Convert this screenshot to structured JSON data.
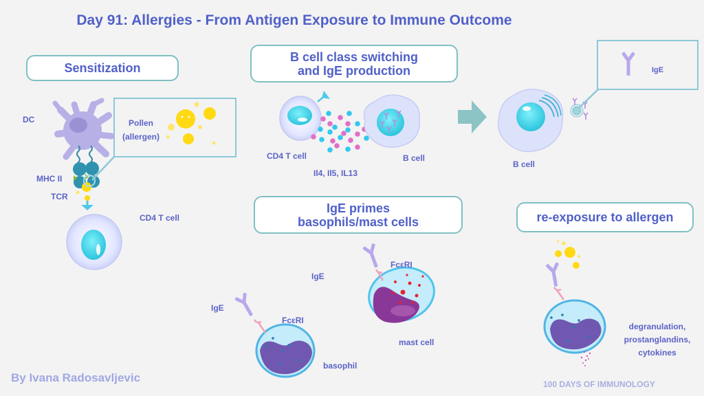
{
  "title": "Day 91: Allergies - From Antigen Exposure to Immune Outcome",
  "sections": {
    "sensitization": "Sensitization",
    "class_switching": {
      "line1": "B cell class switching",
      "line2": "and IgE production"
    },
    "priming": {
      "line1": "IgE primes",
      "line2": "basophils/mast cells"
    },
    "reexposure": "re-exposure to allergen"
  },
  "labels": {
    "dc": "DC",
    "pollen_line1": "Pollen",
    "pollen_line2": "(allergen)",
    "mhc": "MHC II",
    "tcr": "TCR",
    "cd4_left": "CD4 T cell",
    "cd4_mid": "CD4 T cell",
    "cytokines_il": "Il4, Il5, IL13",
    "b_cell_mid": "B cell",
    "b_cell_right": "B cell",
    "ige_callout": "IgE",
    "ige_mast": "IgE",
    "ige_baso": "IgE",
    "fceri_mast": "FcεRI",
    "fceri_baso": "FcεRI",
    "mast_cell": "mast cell",
    "basophil": "basophil",
    "outcome_line1": "degranulation,",
    "outcome_line2": "prostanglandins,",
    "outcome_line3": "cytokines"
  },
  "footer": {
    "author": "By Ivana Radosavljevic",
    "brand": "100 DAYS OF IMMUNOLOGY"
  },
  "colors": {
    "text": "#5060c8",
    "box_border": "#7fbfc2",
    "callout_border": "#8cc8d6",
    "arrow": "#8cc4c6",
    "pollen": "#ffd914",
    "cytokine_blue": "#33c8ee",
    "cytokine_pink": "#e070c8"
  }
}
